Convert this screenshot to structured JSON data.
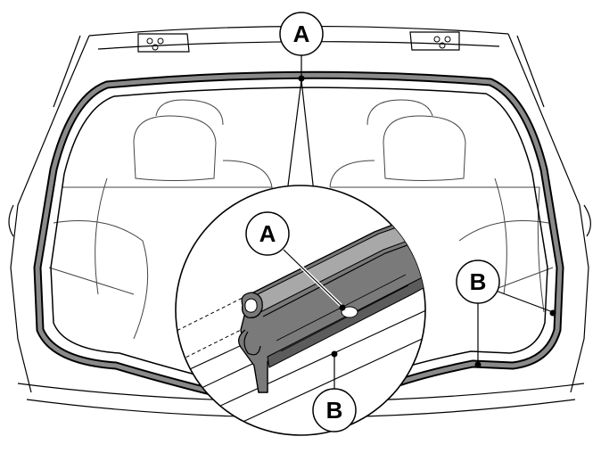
{
  "figure": {
    "callouts": [
      {
        "letter": "A",
        "target": "seal-top-point"
      },
      {
        "letter": "A",
        "target": "inset-hole"
      },
      {
        "letter": "B",
        "target": "inset-lip"
      },
      {
        "letter": "B",
        "target": "seal-lower-right-points"
      }
    ],
    "colors": {
      "line": "#000000",
      "seal_fill": "#7a7a7a",
      "seal_shade": "#5c5c5c",
      "seal_highlight": "#a8a8a8",
      "background": "#ffffff"
    }
  }
}
